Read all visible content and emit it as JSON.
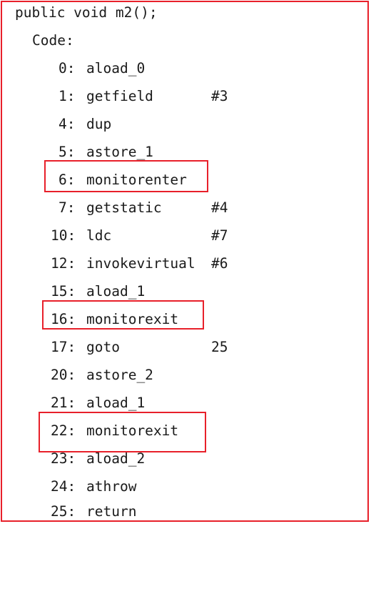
{
  "header": {
    "signature": "public void m2();",
    "code_label": "Code:"
  },
  "instructions": [
    {
      "offset": "0:",
      "opcode": "aload_0",
      "operand": ""
    },
    {
      "offset": "1:",
      "opcode": "getfield",
      "operand": "#3"
    },
    {
      "offset": "4:",
      "opcode": "dup",
      "operand": ""
    },
    {
      "offset": "5:",
      "opcode": "astore_1",
      "operand": ""
    },
    {
      "offset": "6:",
      "opcode": "monitorenter",
      "operand": ""
    },
    {
      "offset": "7:",
      "opcode": "getstatic",
      "operand": "#4"
    },
    {
      "offset": "10:",
      "opcode": "ldc",
      "operand": "#7"
    },
    {
      "offset": "12:",
      "opcode": "invokevirtual",
      "operand": "#6"
    },
    {
      "offset": "15:",
      "opcode": "aload_1",
      "operand": ""
    },
    {
      "offset": "16:",
      "opcode": "monitorexit",
      "operand": ""
    },
    {
      "offset": "17:",
      "opcode": "goto",
      "operand": "25"
    },
    {
      "offset": "20:",
      "opcode": "astore_2",
      "operand": ""
    },
    {
      "offset": "21:",
      "opcode": "aload_1",
      "operand": ""
    },
    {
      "offset": "22:",
      "opcode": "monitorexit",
      "operand": ""
    },
    {
      "offset": "23:",
      "opcode": "aload_2",
      "operand": ""
    },
    {
      "offset": "24:",
      "opcode": "athrow",
      "operand": ""
    },
    {
      "offset": "25:",
      "opcode": "return",
      "operand": ""
    }
  ],
  "highlight_color": "#e8202a"
}
